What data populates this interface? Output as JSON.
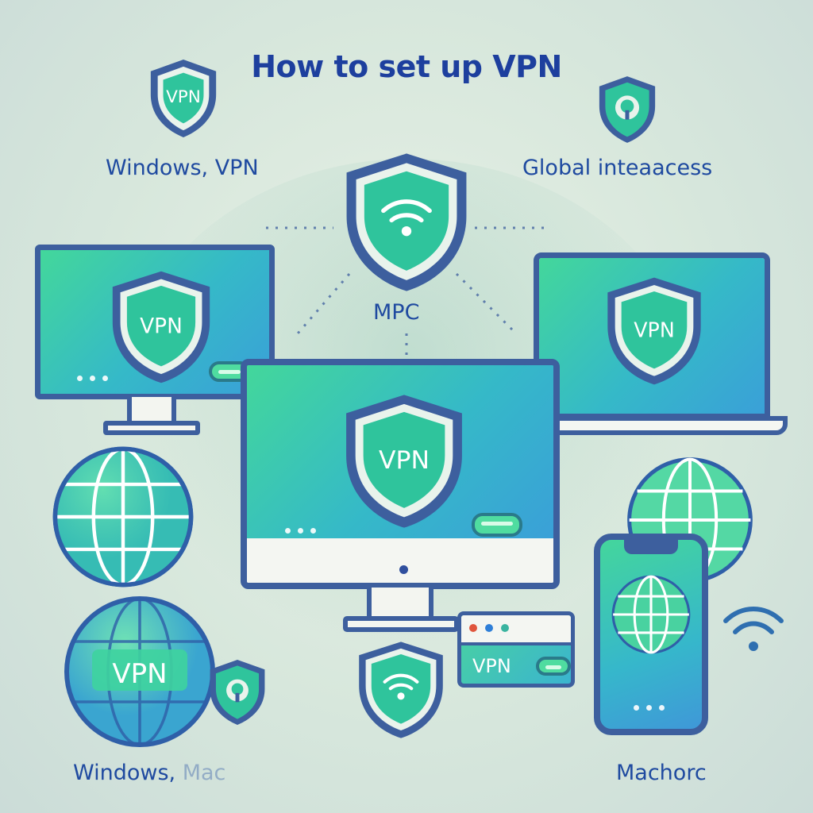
{
  "title": "How to set up VPN",
  "labels": {
    "top_left": "Windows, VPN",
    "top_right": "Global inteaacess",
    "center": "MPC",
    "bottom_left_main": "Windows,",
    "bottom_left_faded": "Mac",
    "bottom_right": "Machorc"
  },
  "shield_text": {
    "small_top_left": "VPN",
    "left_monitor": "VPN",
    "laptop": "VPN",
    "center_monitor": "VPN",
    "globe": "VPN",
    "browser": "VPN"
  },
  "colors": {
    "title": "#1d3f9e",
    "outline": "#3d5f9e",
    "accent_green": "#43d79b",
    "accent_blue": "#3aa0d8",
    "shield_fill": "#2fbf9e",
    "globe_line": "#2f5fa8",
    "dot_red": "#e0553d",
    "dot_blue": "#2f7fd8",
    "dot_teal": "#3ab4a0"
  },
  "icons": [
    "shield-icon",
    "wifi-icon",
    "globe-icon",
    "lock-icon",
    "monitor-icon",
    "laptop-icon",
    "phone-icon",
    "browser-window-icon"
  ]
}
